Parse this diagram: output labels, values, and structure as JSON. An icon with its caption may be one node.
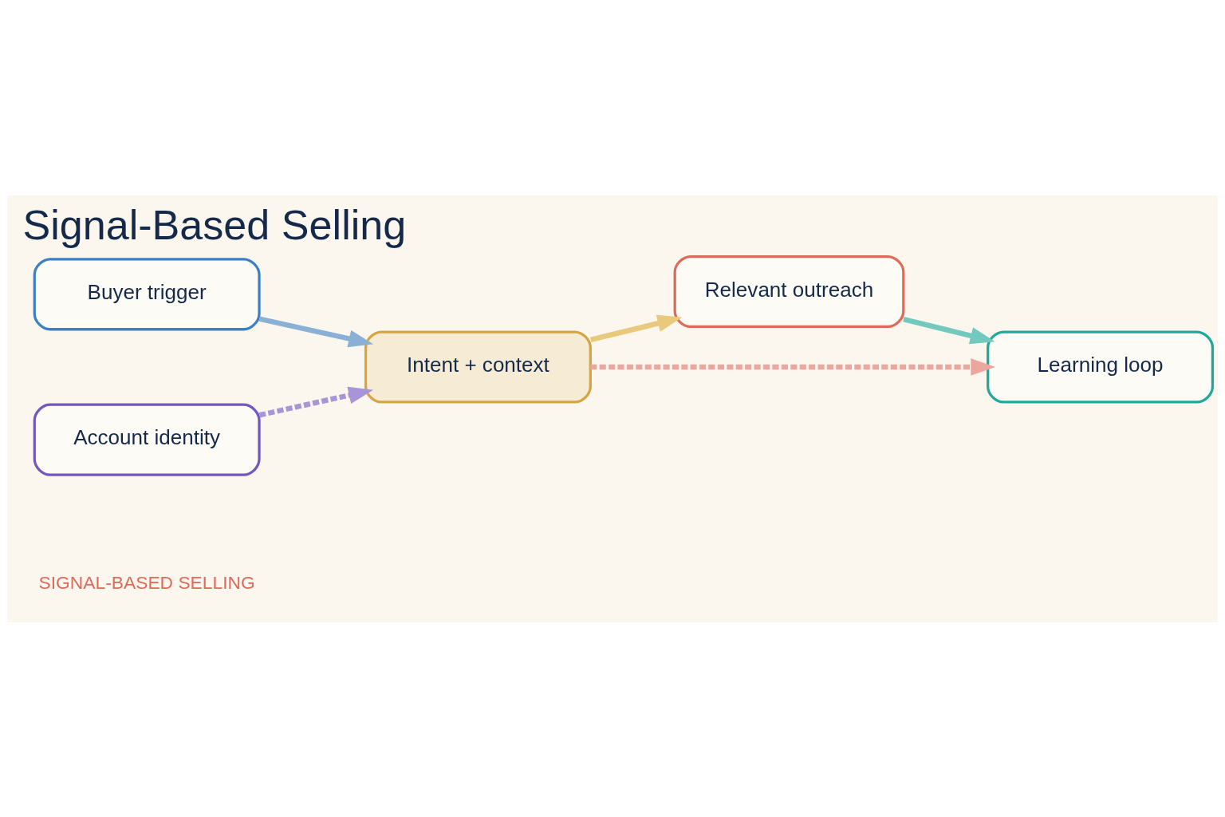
{
  "diagram": {
    "title": "Signal-Based Selling",
    "nodes": [
      {
        "text": [
          "Buyer trigger"
        ]
      },
      {
        "text": [
          "Account identity"
        ]
      },
      {
        "text": [
          "Intent + context"
        ]
      },
      {
        "text": [
          "Relevant outreach"
        ]
      },
      {
        "text": [
          "Learning loop"
        ]
      }
    ],
    "edges": [
      {
        "from": 0,
        "to": 2,
        "arrow": "to",
        "color": "#8ab0d6"
      },
      {
        "from": 1,
        "to": 2,
        "arrow": "to",
        "style": "dashed",
        "color": "#a795d8"
      },
      {
        "from": 2,
        "to": 3,
        "arrow": "to",
        "color": "#e8c97e"
      },
      {
        "from": 3,
        "to": 4,
        "arrow": "to",
        "color": "#74c9bf"
      },
      {
        "from": 2,
        "to": 4,
        "arrow": "to",
        "style": "dashed",
        "color": "#eba79e"
      }
    ],
    "labels": [
      "SIGNAL-BASED SELLING"
    ]
  }
}
